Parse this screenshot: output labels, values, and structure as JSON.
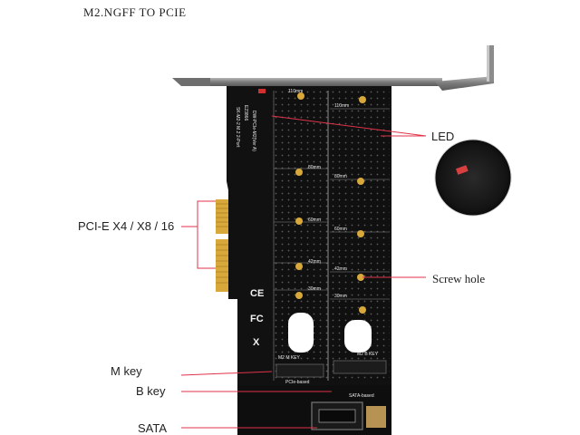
{
  "header": {
    "title": "M2.NGFF TO PCIE"
  },
  "callouts": {
    "led": "LED",
    "pcie": "PCI-E X4 / X8 / 16",
    "screw_hole": "Screw hole",
    "m_key": "M key",
    "b_key": "B key",
    "sata": "SATA"
  },
  "board_silkscreen": {
    "slot_left": "M2 M KEY",
    "slot_right": "M2 B KEY",
    "pcie_based": "PCIe-based",
    "sata_based": "SATA-based",
    "left_sizes": [
      "80mm",
      "60mm",
      "42mm",
      "30mm"
    ],
    "right_sizes": [
      "110mm",
      "80mm",
      "60mm",
      "42mm",
      "30mm"
    ],
    "top_size": "110mm",
    "model": "SK-M2-2 M.2 2-Port",
    "version": "DW-PCIe-M2(Ver A)",
    "part": "E23866",
    "ce": "CE",
    "fcc": "FC",
    "weee": "X"
  },
  "colors": {
    "callout_line": "#e0334a",
    "pcb": "#121212",
    "bracket": "#8a8a8a",
    "gold": "#d8a93a"
  }
}
